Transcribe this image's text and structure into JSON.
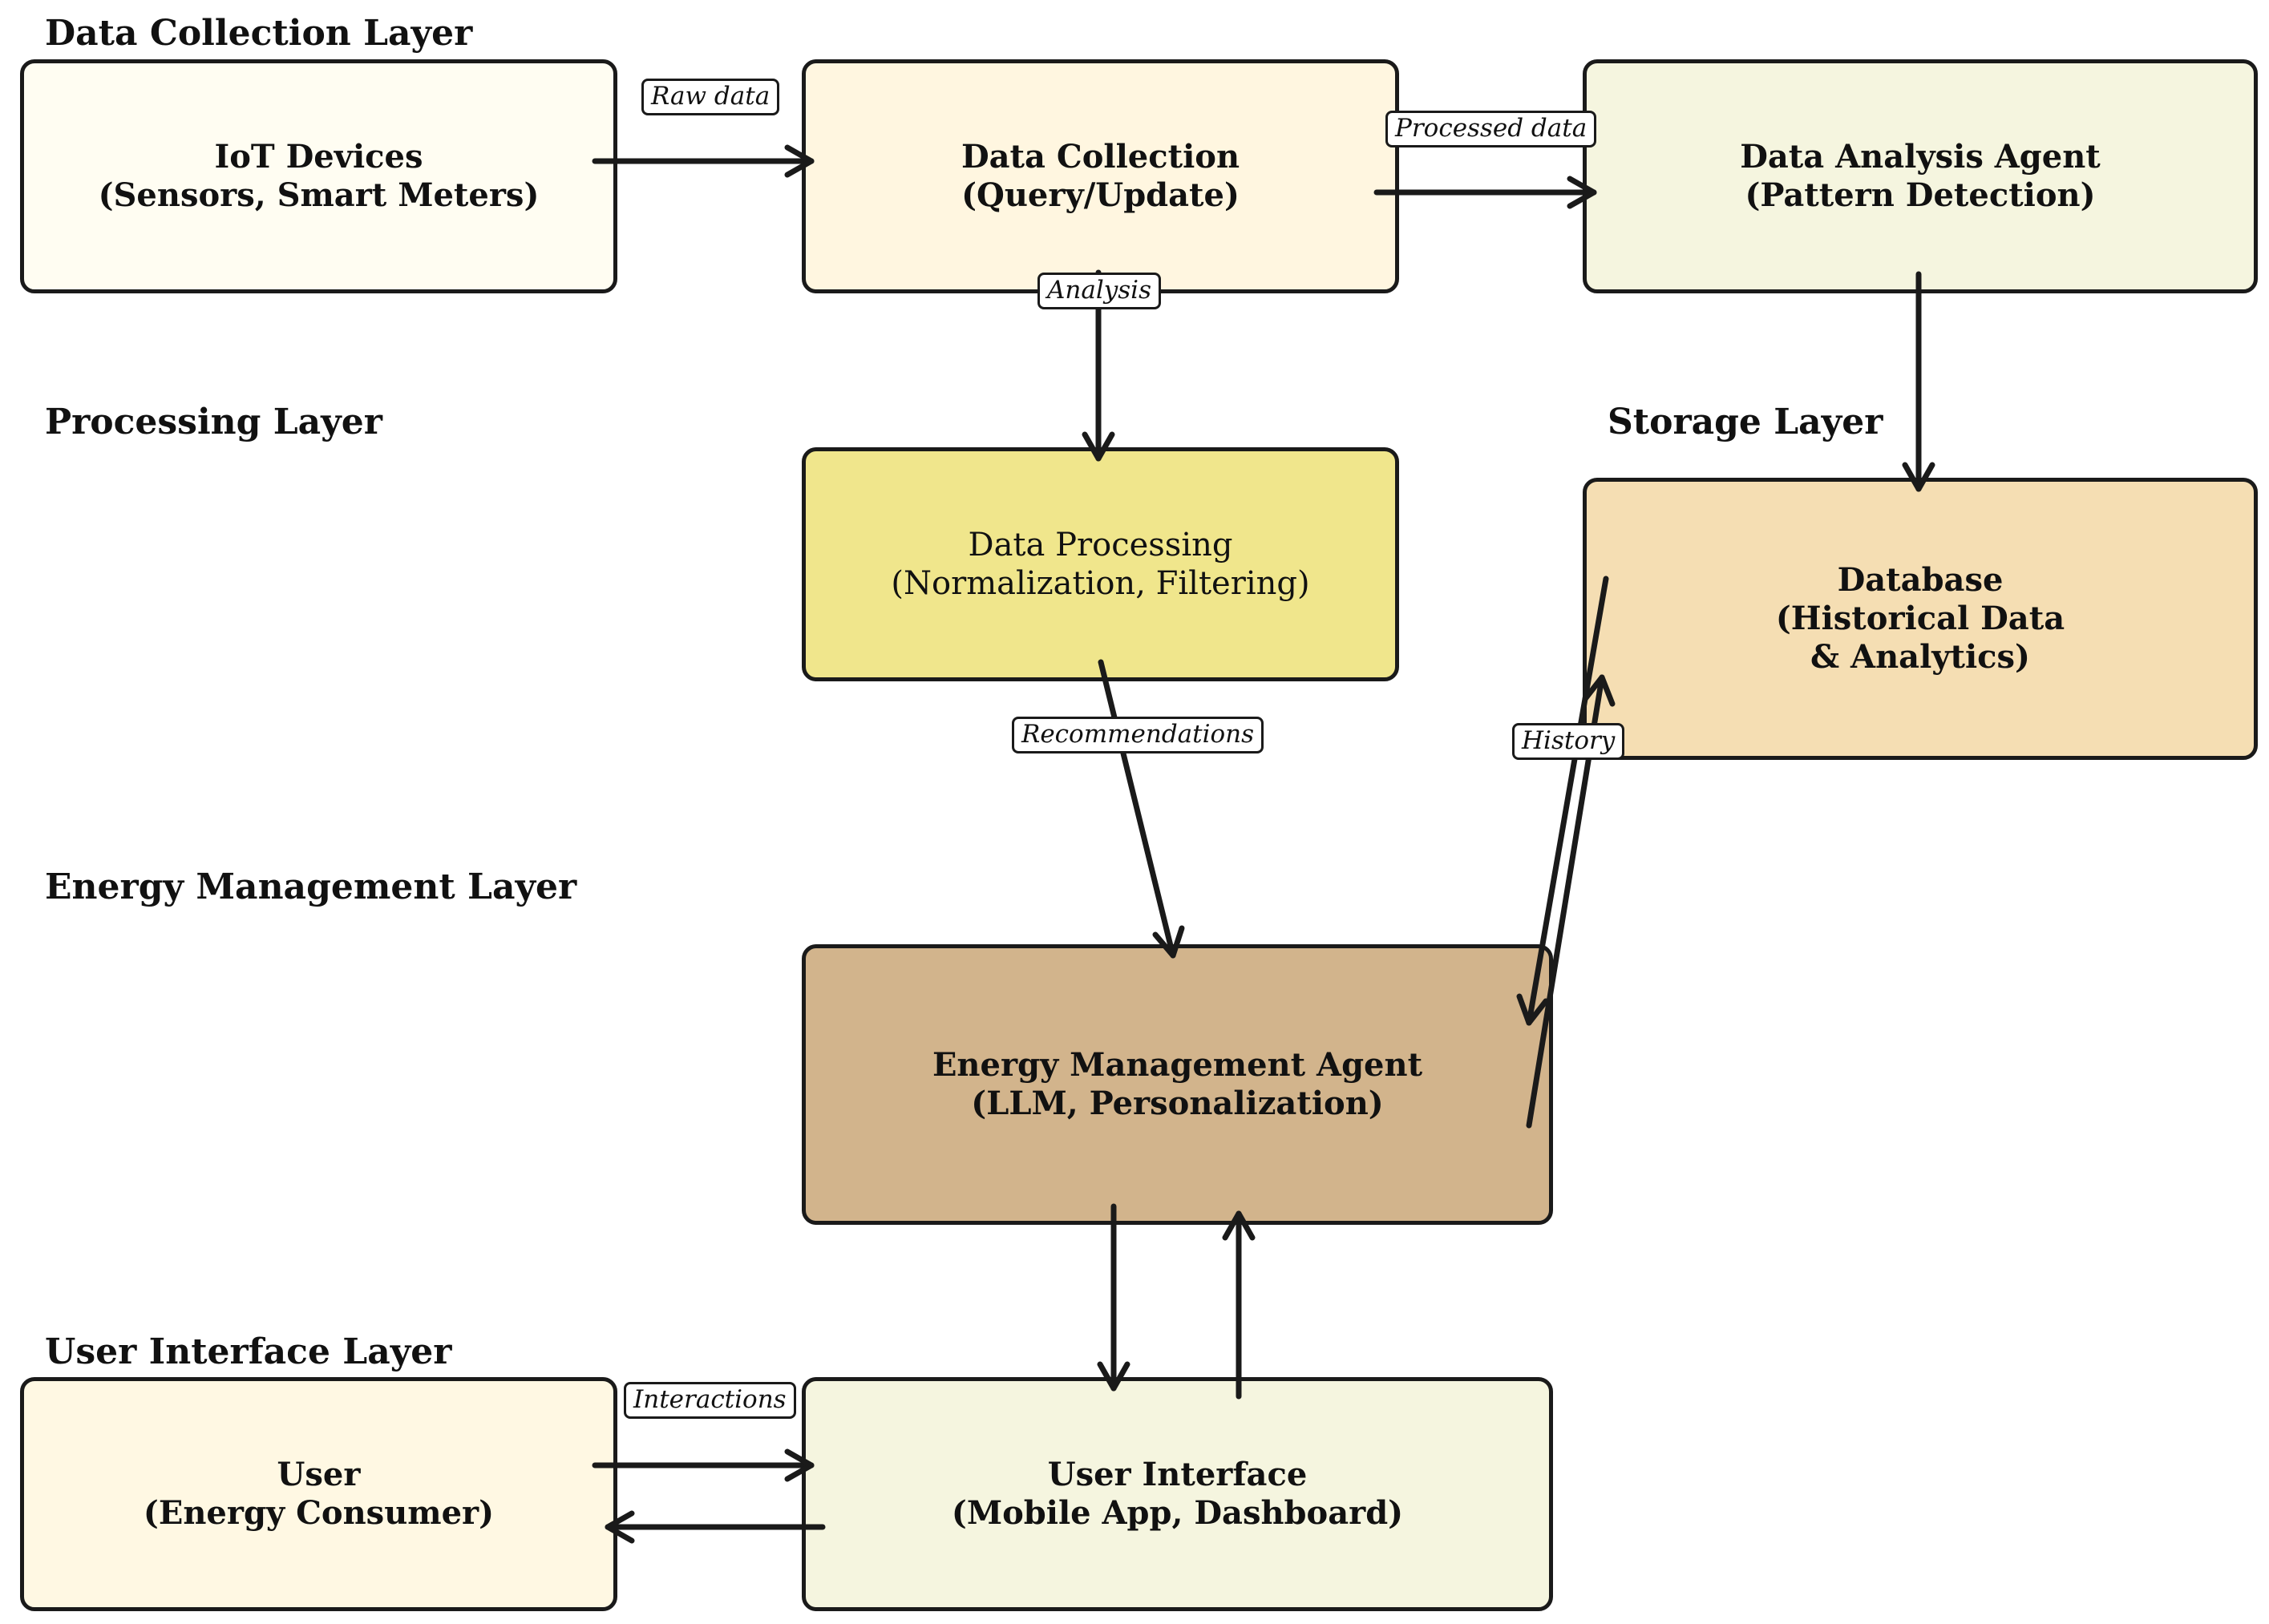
{
  "layers": {
    "data_collection": "Data Collection Layer",
    "processing": "Processing Layer",
    "storage": "Storage Layer",
    "energy_management": "Energy Management Layer",
    "user_interface": "User Interface Layer"
  },
  "nodes": {
    "iot_devices": {
      "text": "IoT Devices\n(Sensors, Smart Meters)",
      "fill": "#FFFDF2"
    },
    "data_collection": {
      "text": "Data Collection\n(Query/Update)",
      "fill": "#FFF6E0"
    },
    "data_analysis_agent": {
      "text": "Data Analysis Agent\n(Pattern Detection)",
      "fill": "#F5F5DF"
    },
    "data_processing": {
      "text": "Data Processing\n(Normalization, Filtering)",
      "fill": "#F0E68C"
    },
    "database": {
      "text": "Database\n(Historical Data\n& Analytics)",
      "fill": "#F5DEB3"
    },
    "energy_management_agent": {
      "text": "Energy Management Agent\n(LLM, Personalization)",
      "fill": "#D2B48C"
    },
    "user": {
      "text": "User\n(Energy Consumer)",
      "fill": "#FFF8E3"
    },
    "user_interface": {
      "text": "User Interface\n(Mobile App, Dashboard)",
      "fill": "#F5F5DF"
    }
  },
  "edge_labels": {
    "raw_data": "Raw data",
    "processed_data": "Processed data",
    "analysis": "Analysis",
    "recommendations": "Recommendations",
    "history": "History",
    "interactions": "Interactions"
  }
}
